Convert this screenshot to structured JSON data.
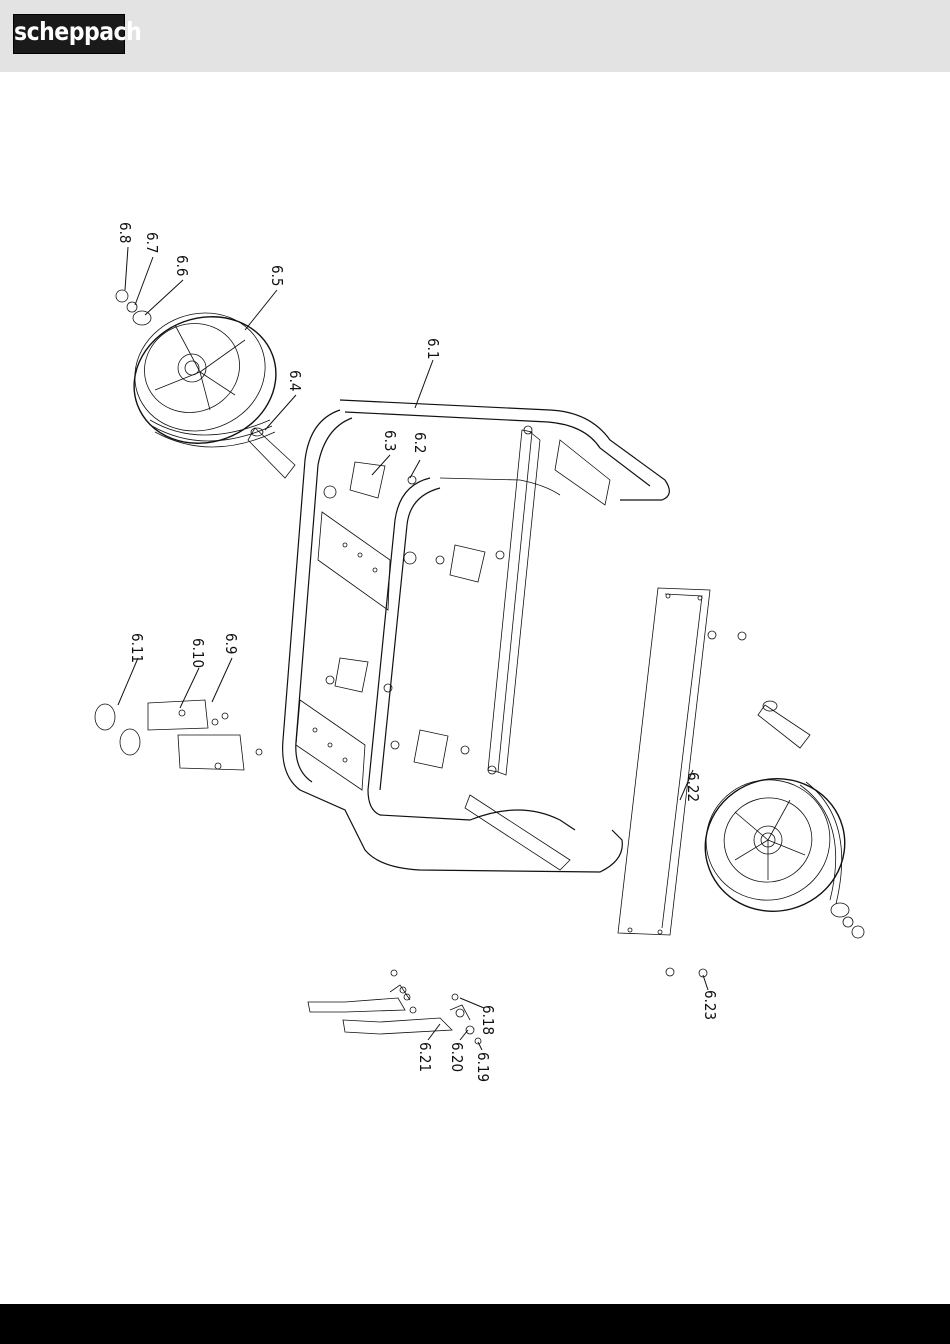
{
  "brand": {
    "name": "scheppach"
  },
  "colors": {
    "header_bg": "#e3e3e3",
    "footer_bg": "#000000",
    "logo_bg": "#1a1a1a"
  },
  "part_labels": {
    "p6_1": "6.1",
    "p6_2": "6.2",
    "p6_3": "6.3",
    "p6_4": "6.4",
    "p6_5": "6.5",
    "p6_6": "6.6",
    "p6_7": "6.7",
    "p6_8": "6.8",
    "p6_9": "6.9",
    "p6_10": "6.10",
    "p6_11": "6.11",
    "p6_18": "6.18",
    "p6_19": "6.19",
    "p6_20": "6.20",
    "p6_21": "6.21",
    "p6_22": "6.22",
    "p6_23": "6.23"
  }
}
